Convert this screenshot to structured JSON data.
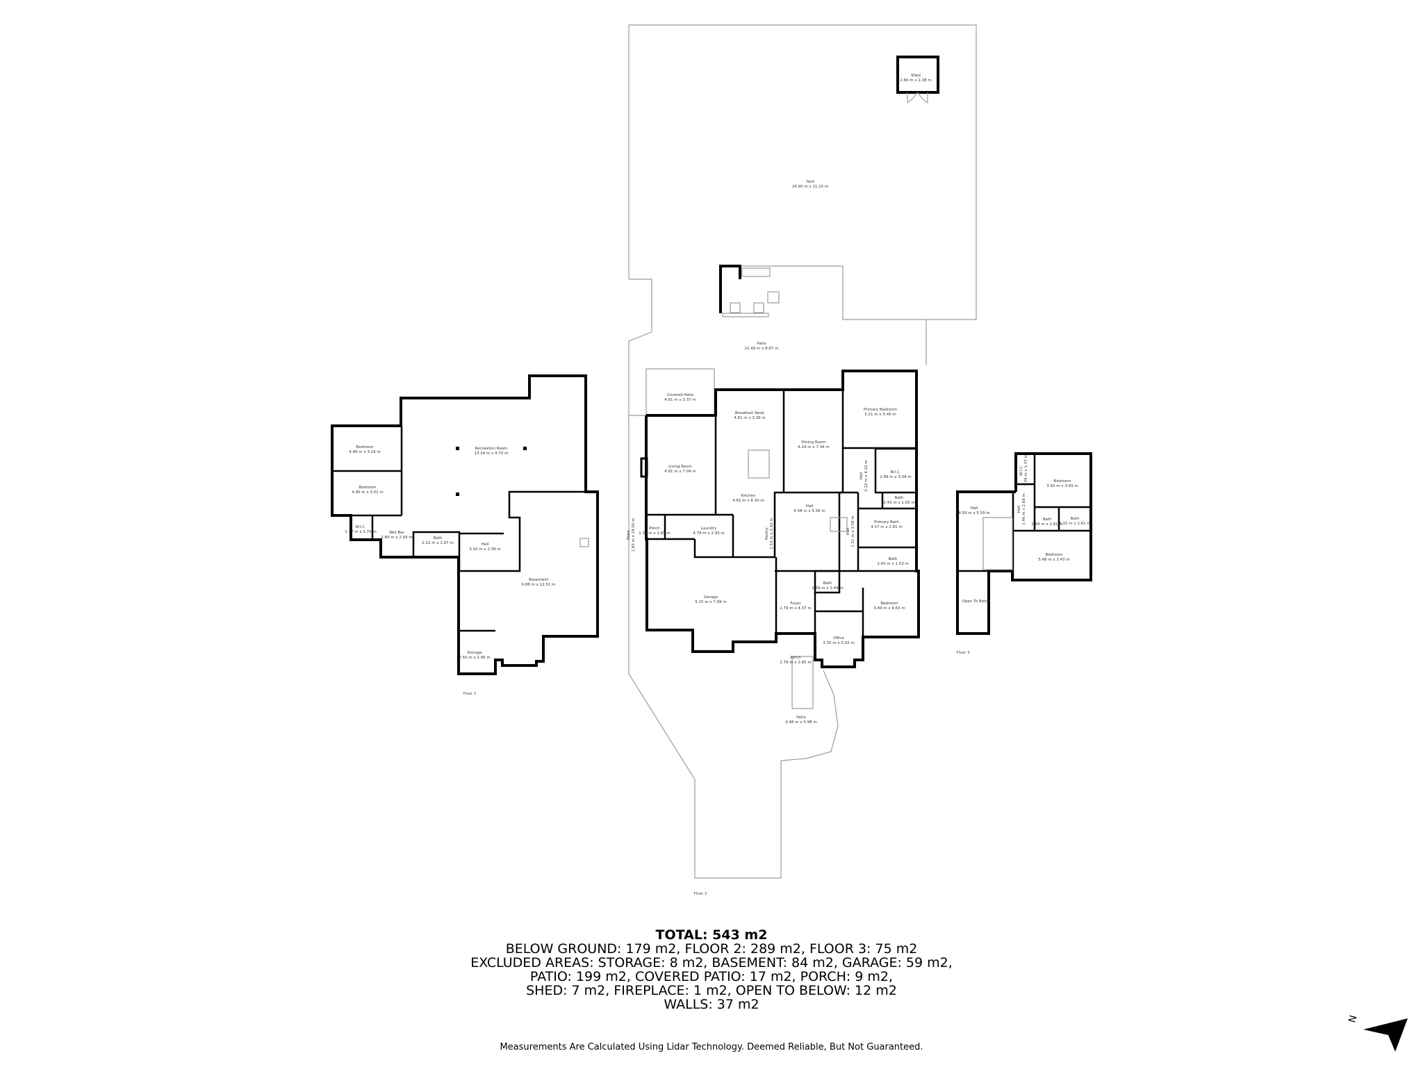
{
  "floors": {
    "floor1": {
      "label": "Floor 1",
      "rooms": [
        {
          "name": "Bedroom",
          "dims": "4.90 m x 3.19 m"
        },
        {
          "name": "Bedroom",
          "dims": "4.90 m x 3.01 m"
        },
        {
          "name": "W.I.C.",
          "dims": "1.47 m x 1.70 m"
        },
        {
          "name": "Wet Bar",
          "dims": "2.84 m x 2.93 m"
        },
        {
          "name": "Bath",
          "dims": "2.22 m x 1.67 m"
        },
        {
          "name": "Hall",
          "dims": "3.10 m x 2.38 m"
        },
        {
          "name": "Recreation Room",
          "dims": "13.24 m x 9.70 m"
        },
        {
          "name": "Basement",
          "dims": "9.88 m x 12.51 m"
        },
        {
          "name": "Storage",
          "dims": "2.50 m x 2.96 m"
        }
      ]
    },
    "floor2": {
      "label": "Floor 2",
      "rooms": [
        {
          "name": "Covered Patio",
          "dims": "4.91 m x 3.37 m"
        },
        {
          "name": "Living Room",
          "dims": "4.91 m x 7.04 m"
        },
        {
          "name": "Breakfast Nook",
          "dims": "4.81 m x 3.39 m"
        },
        {
          "name": "Kitchen",
          "dims": "4.81 m x 6.30 m"
        },
        {
          "name": "Dining Room",
          "dims": "4.24 m x 7.34 m"
        },
        {
          "name": "Primary Bedroom",
          "dims": "5.21 m x 5.46 m"
        },
        {
          "name": "Hall",
          "dims": "2.22 m x 4.22 m"
        },
        {
          "name": "W.I.C.",
          "dims": "2.89 m x 3.09 m"
        },
        {
          "name": "Bath",
          "dims": "2.43 m x 1.03 m"
        },
        {
          "name": "Primary Bath",
          "dims": "4.17 m x 2.81 m"
        },
        {
          "name": "Bath",
          "dims": "3.43 m x 1.53 m"
        },
        {
          "name": "Hall",
          "dims": "4.58 m x 5.56 m"
        },
        {
          "name": "Hall",
          "dims": "1.21 m x 3.58 m"
        },
        {
          "name": "Porch",
          "dims": "1.34 m x 1.65 m"
        },
        {
          "name": "Laundry",
          "dims": "4.79 m x 2.93 m"
        },
        {
          "name": "Pantry",
          "dims": "1.53 m x 2.93 m"
        },
        {
          "name": "Patio",
          "dims": "1.83 m x 18.00 m"
        },
        {
          "name": "Garage",
          "dims": "9.15 m x 7.99 m"
        },
        {
          "name": "Bath",
          "dims": "1.69 m x 1.49 m"
        },
        {
          "name": "Foyer",
          "dims": "2.79 m x 4.37 m"
        },
        {
          "name": "Office",
          "dims": "3.35 m x 3.92 m"
        },
        {
          "name": "Bedroom",
          "dims": "3.49 m x 4.63 m"
        },
        {
          "name": "Porch",
          "dims": "2.78 m x 2.65 m"
        },
        {
          "name": "Patio",
          "dims": "4.48 m x 5.98 m"
        },
        {
          "name": "Patio",
          "dims": "21.49 m x 8.87 m"
        },
        {
          "name": "Yard",
          "dims": "24.90 m x 21.15 m"
        },
        {
          "name": "Shed",
          "dims": "2.60 m x 2.38 m"
        }
      ]
    },
    "floor3": {
      "label": "Floor 3",
      "rooms": [
        {
          "name": "Hall",
          "dims": "4.59 m x 5.59 m"
        },
        {
          "name": "Hall",
          "dims": "1.46 m x 2.68 m"
        },
        {
          "name": "W.I.C.",
          "dims": "1.39 m x 1.37 m"
        },
        {
          "name": "Bedroom",
          "dims": "3.92 m x 3.69 m"
        },
        {
          "name": "Bath",
          "dims": "1.69 m x 1.61 m"
        },
        {
          "name": "Bath",
          "dims": "2.15 m x 1.61 m"
        },
        {
          "name": "Bedroom",
          "dims": "5.48 m x 3.43 m"
        },
        {
          "name": "Open To Below",
          "dims": ""
        }
      ]
    }
  },
  "summary": {
    "total": "TOTAL: 543 m2",
    "lines": [
      "BELOW GROUND: 179 m2, FLOOR 2: 289 m2, FLOOR 3: 75 m2",
      "EXCLUDED AREAS: STORAGE: 8 m2, BASEMENT: 84 m2, GARAGE: 59 m2,",
      "PATIO: 199 m2, COVERED PATIO: 17 m2, PORCH: 9 m2,",
      "SHED: 7 m2, FIREPLACE: 1 m2, OPEN TO BELOW: 12 m2",
      "WALLS: 37 m2"
    ]
  },
  "disclaimer": "Measurements Are Calculated Using Lidar Technology. Deemed Reliable, But Not Guaranteed.",
  "compass": {
    "label": "N",
    "icon": "north-arrow-icon"
  }
}
